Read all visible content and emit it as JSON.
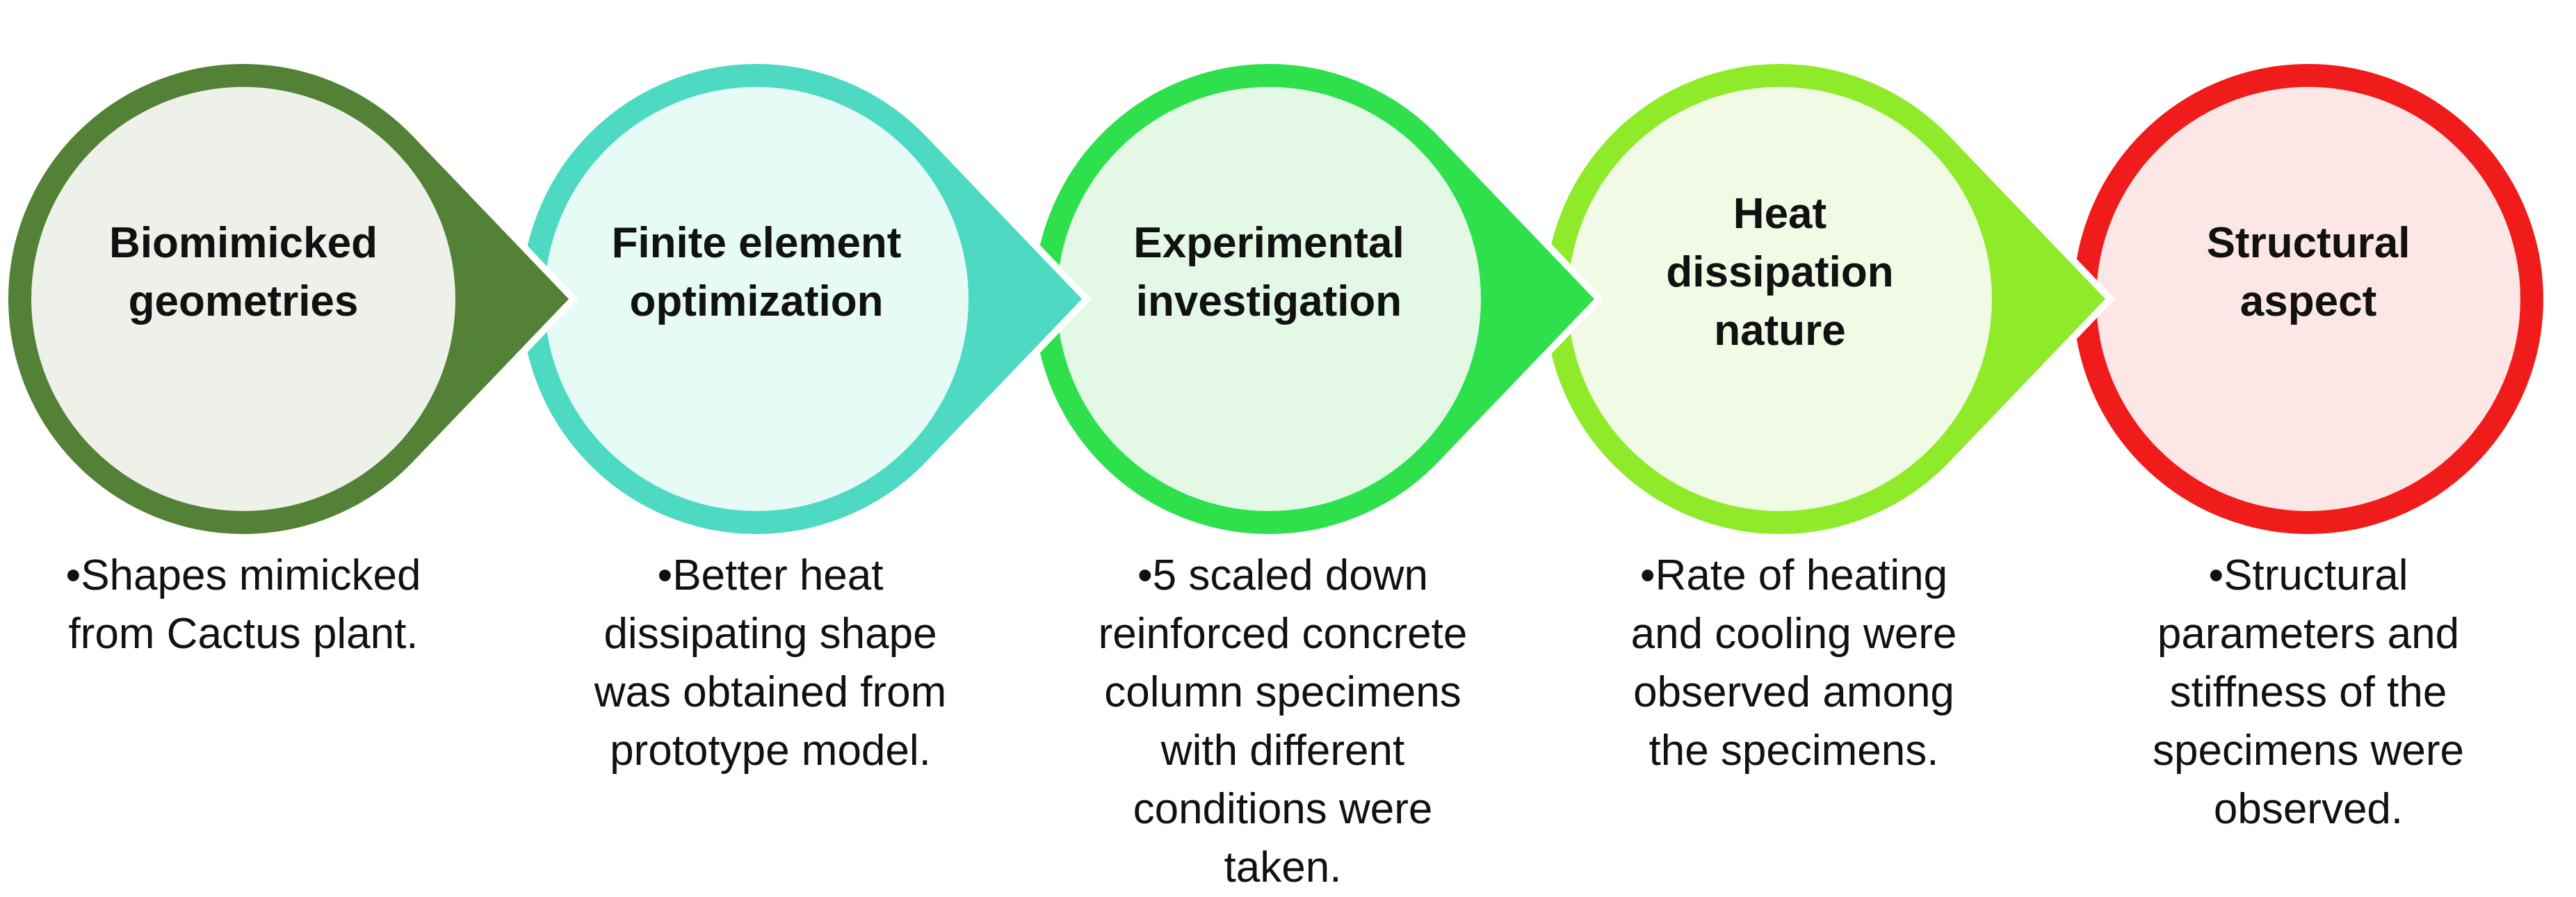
{
  "stages": [
    {
      "title": "Biomimicked\ngeometries",
      "description": "•Shapes mimicked\nfrom Cactus plant.",
      "ring_color": "#538135",
      "fill_color": "#EEF0EA"
    },
    {
      "title": "Finite element\noptimization",
      "description": "•Better heat\ndissipating shape\nwas obtained from\nprototype model.",
      "ring_color": "#4DD9C2",
      "fill_color": "#E6FAF6"
    },
    {
      "title": "Experimental\ninvestigation",
      "description": "•5 scaled down\nreinforced concrete\ncolumn specimens\nwith different\nconditions were\ntaken.",
      "ring_color": "#2EE04C",
      "fill_color": "#E4F8E6"
    },
    {
      "title": "Heat\ndissipation\nnature",
      "description": "•Rate of heating\nand cooling were\nobserved among\nthe specimens.",
      "ring_color": "#8FEB2A",
      "fill_color": "#F0FAE4"
    },
    {
      "title": "Structural\naspect",
      "description": "•Structural\nparameters and\nstiffness of the\nspecimens were\nobserved.",
      "ring_color": "#F01B1B",
      "fill_color": "#FCE6E6"
    }
  ]
}
